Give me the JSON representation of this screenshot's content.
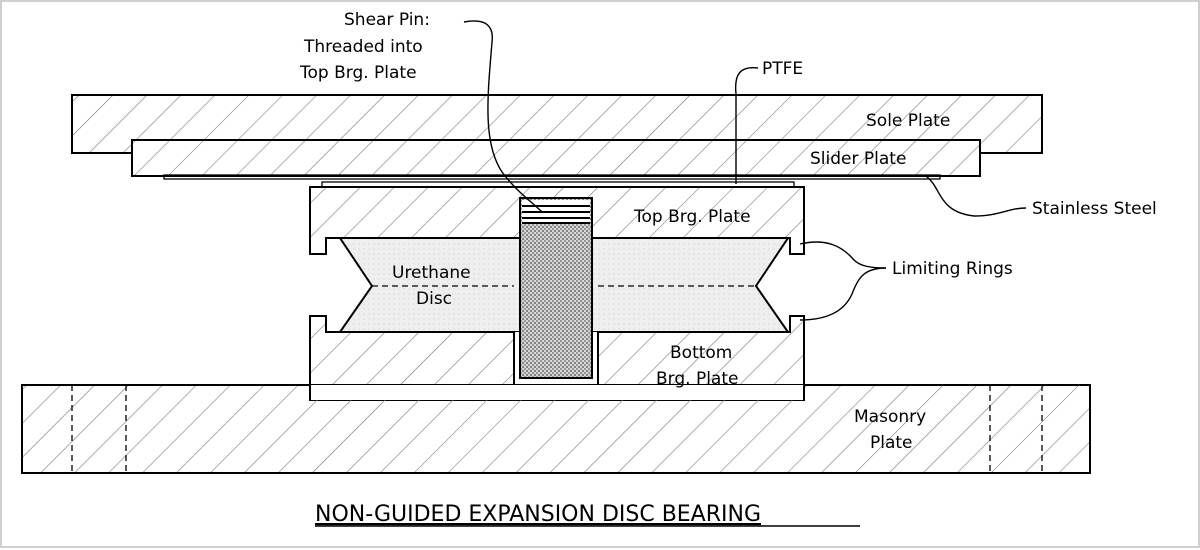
{
  "title": "NON-GUIDED EXPANSION DISC BEARING",
  "labels": {
    "shear_pin_1": "Shear Pin:",
    "shear_pin_2": "Threaded into",
    "shear_pin_3": "Top Brg. Plate",
    "ptfe": "PTFE",
    "sole_plate": "Sole Plate",
    "slider_plate": "Slider Plate",
    "stainless_steel": "Stainless Steel",
    "top_brg_plate": "Top Brg. Plate",
    "limiting_rings": "Limiting Rings",
    "urethane_1": "Urethane",
    "urethane_2": "Disc",
    "bottom_1": "Bottom",
    "bottom_2": "Brg. Plate",
    "masonry_1": "Masonry",
    "masonry_2": "Plate"
  },
  "colors": {
    "line": "#000000",
    "frame": "#cfcfcf",
    "hatch": "#7a7a7a",
    "urethane_fill": "#ececec",
    "pin_fill": "#bdbdbd"
  }
}
